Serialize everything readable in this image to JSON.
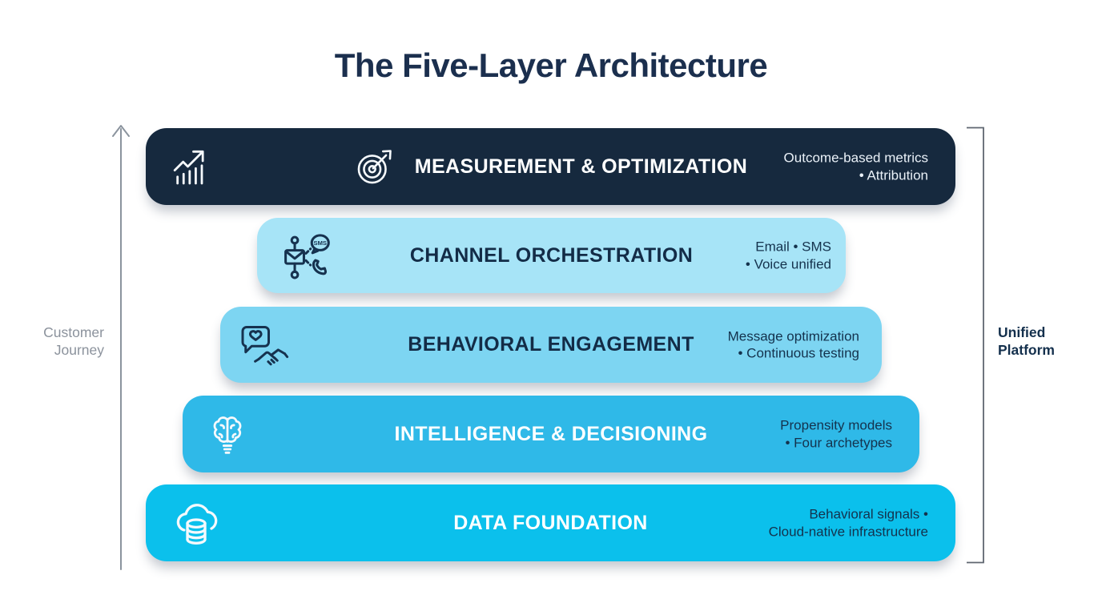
{
  "title": "The Five-Layer Architecture",
  "left_axis": {
    "label_line1": "Customer",
    "label_line2": "Journey",
    "icon": "up-arrow-icon",
    "color": "#8b929c"
  },
  "right_brace": {
    "label_line1": "Unified",
    "label_line2": "Platform",
    "color": "#14304d"
  },
  "layers": [
    {
      "name": "MEASUREMENT & OPTIMIZATION",
      "annotation_lines": [
        "Outcome-based metrics",
        "• Attribution"
      ],
      "color": "#16293e",
      "title_color": "#ffffff",
      "annotation_color": "#eaf1f8",
      "icons": [
        "trend-chart-icon",
        "target-dart-icon"
      ]
    },
    {
      "name": "CHANNEL ORCHESTRATION",
      "annotation_lines": [
        "Email • SMS",
        "• Voice unified"
      ],
      "color": "#a7e4f7",
      "title_color": "#132c47",
      "annotation_color": "#14324d",
      "icons": [
        "channel-orchestration-icon"
      ]
    },
    {
      "name": "BEHAVIORAL ENGAGEMENT",
      "annotation_lines": [
        "Message optimization",
        "• Continuous testing"
      ],
      "color": "#7dd5f2",
      "title_color": "#132c47",
      "annotation_color": "#14324d",
      "icons": [
        "engagement-handshake-icon"
      ]
    },
    {
      "name": "INTELLIGENCE & DECISIONING",
      "annotation_lines": [
        "Propensity models",
        "• Four archetypes"
      ],
      "color": "#2fb9e8",
      "title_color": "#ffffff",
      "annotation_color": "#14324d",
      "icons": [
        "brain-bulb-icon"
      ]
    },
    {
      "name": "DATA FOUNDATION",
      "annotation_lines": [
        "Behavioral signals •",
        "Cloud-native infrastructure"
      ],
      "color": "#0bc0ec",
      "title_color": "#ffffff",
      "annotation_color": "#0e3a50",
      "icons": [
        "cloud-database-icon"
      ]
    }
  ],
  "sms_badge_text": "SMS"
}
